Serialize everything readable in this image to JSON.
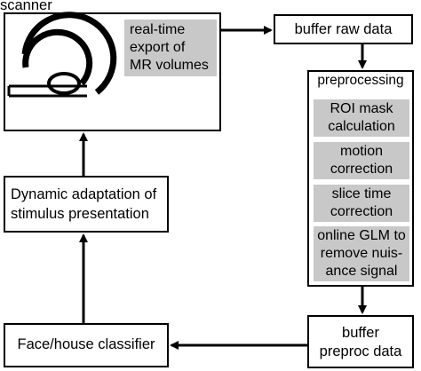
{
  "scanner": {
    "label": "scanner",
    "export_line1": "real-time",
    "export_line2": "export of",
    "export_line3": "MR volumes"
  },
  "buffer_raw": {
    "label": "buffer raw data"
  },
  "preprocessing": {
    "title": "preprocessing",
    "steps": [
      {
        "line1": "ROI mask",
        "line2": "calculation"
      },
      {
        "line1": "motion",
        "line2": "correction"
      },
      {
        "line1": "slice time",
        "line2": "correction"
      },
      {
        "line1": "online GLM to",
        "line2": "remove nuis-",
        "line3": "ance signal"
      }
    ]
  },
  "buffer_preproc": {
    "line1": "buffer",
    "line2": "preproc data"
  },
  "classifier": {
    "label": "Face/house classifier"
  },
  "adaptation": {
    "line1": "Dynamic adaptation of",
    "line2": "stimulus presentation"
  }
}
